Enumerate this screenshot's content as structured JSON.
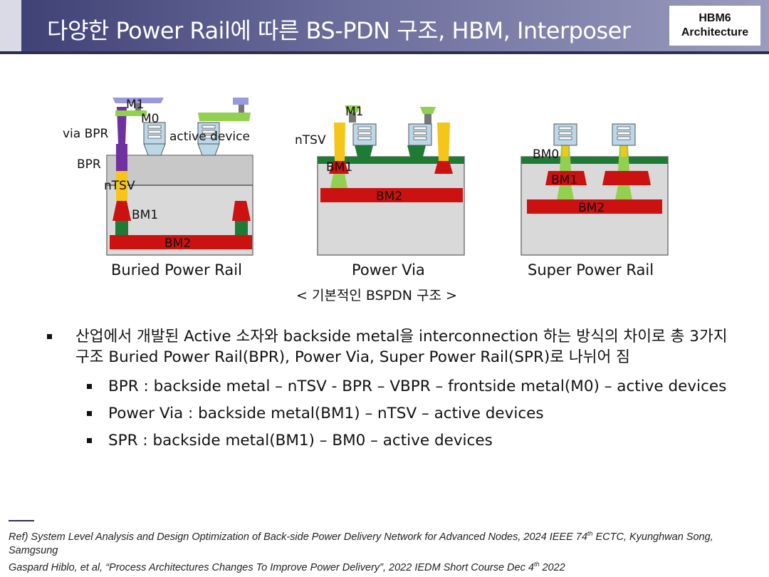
{
  "header": {
    "title": "다양한 Power Rail에 따른 BS-PDN 구조, HBM, Interposer",
    "badge_line1": "HBM6",
    "badge_line2": "Architecture"
  },
  "figure": {
    "bpr_labels": {
      "m1": "M1",
      "m0": "M0",
      "via_bpr": "via BPR",
      "active_device": "active device",
      "bpr": "BPR",
      "ntsv": "nTSV",
      "bm1": "BM1",
      "bm2": "BM2"
    },
    "pv_labels": {
      "m1": "M1",
      "ntsv": "nTSV",
      "bm1": "BM1",
      "bm2": "BM2"
    },
    "spr_labels": {
      "bm0": "BM0",
      "bm1": "BM1",
      "bm2": "BM2"
    },
    "captions": [
      "Buried Power Rail",
      "Power Via",
      "Super Power Rail"
    ],
    "subcaption": "< 기본적인 BSPDN 구조 >"
  },
  "bullets": {
    "main": "산업에서 개발된 Active 소자와 backside metal을 interconnection 하는 방식의 차이로 총 3가지 구조 Buried Power Rail(BPR), Power Via, Super Power Rail(SPR)로 나뉘어 짐",
    "sub": [
      "BPR : backside metal – nTSV - BPR – VBPR – frontside metal(M0) – active devices",
      "Power Via : backside metal(BM1) – nTSV – active devices",
      "SPR : backside metal(BM1) – BM0 – active devices"
    ]
  },
  "references": {
    "ref1_a": "Ref) System Level Analysis and Design Optimization of Back-side Power Delivery Network for Advanced Nodes, 2024 IEEE 74",
    "ref1_sup": "th",
    "ref1_b": " ECTC, Kyunghwan Song, Samgsung",
    "ref2_a": "Gaspard Hiblo, et al, “Process Architectures Changes To Improve Power Delivery”, 2022 IEDM Short Course Dec 4",
    "ref2_sup": "th",
    "ref2_b": " 2022"
  },
  "colors": {
    "header_dark": "#3d3f74",
    "metal_red": "#cc1111",
    "via_green": "#1e7a34",
    "light_green": "#92d050",
    "ntsv_yellow": "#f5c518",
    "bpr_purple": "#7030a0",
    "m1_lavender": "#9999dd",
    "device_blue": "#bcd8e8"
  }
}
